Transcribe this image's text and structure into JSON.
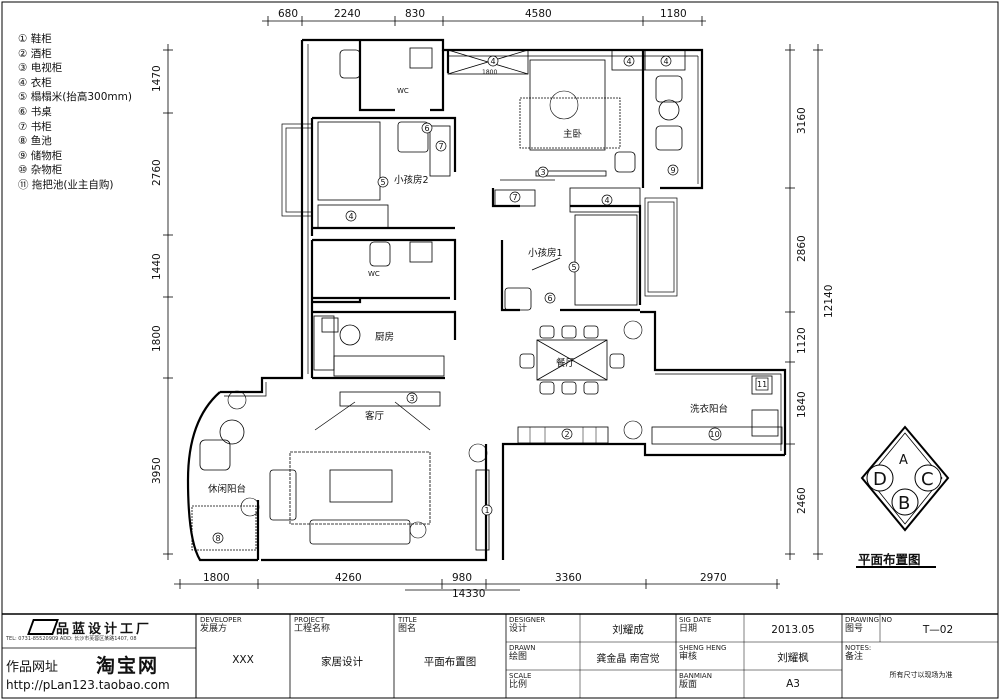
{
  "legend": [
    "① 鞋柜",
    "② 酒柜",
    "③ 电视柜",
    "④ 衣柜",
    "⑤ 榻榻米(抬高300mm)",
    "⑥ 书桌",
    "⑦ 书柜",
    "⑧ 鱼池",
    "⑨ 储物柜",
    "⑩ 杂物柜",
    "⑪ 拖把池(业主自购)"
  ],
  "dims": {
    "top": [
      "680",
      "2240",
      "830",
      "4580",
      "1180"
    ],
    "left": [
      "1470",
      "2760",
      "1440",
      "1800",
      "3950"
    ],
    "right": [
      "3160",
      "2860",
      "1120",
      "1840",
      "2460",
      "12140"
    ],
    "bottom": [
      "1800",
      "4260",
      "980",
      "3360",
      "2970",
      "14330"
    ]
  },
  "rooms": {
    "wc1": "WC",
    "wc2": "WC",
    "master": "主卧",
    "child2": "小孩房2",
    "child1": "小孩房1",
    "kitchen": "厨房",
    "dining": "餐厅",
    "living": "客厅",
    "laundry": "洗衣阳台",
    "leisure": "休闲阳台"
  },
  "markers": [
    "1",
    "2",
    "3",
    "3",
    "4",
    "4",
    "4",
    "4",
    "4",
    "4",
    "4",
    "5",
    "5",
    "5",
    "6",
    "6",
    "7",
    "7",
    "7",
    "8",
    "9",
    "10",
    "11"
  ],
  "note_1800": "1800",
  "compass": {
    "a": "A",
    "b": "B",
    "c": "C",
    "d": "D"
  },
  "plan_title": "平面布置图",
  "titleblock": {
    "brand": "品蓝设计工厂",
    "brand_addr": "TEL: 0731-85520909   ADD: 长沙市芙蓉区某路1407, 08",
    "zuopin": "作品网址",
    "taobao": "淘宝网",
    "url": "http://pLan123.taobao.com",
    "developer_en": "DEVELOPER",
    "developer_cn": "发展方",
    "developer_val": "XXX",
    "project_en": "PROJECT",
    "project_cn": "工程名称",
    "project_val": "家居设计",
    "title_en": "TITLE",
    "title_cn": "图名",
    "title_val": "平面布置图",
    "designer_en": "DESIGNER",
    "designer_cn": "设计",
    "designer_val": "刘耀成",
    "drawn_en": "DRAWN",
    "drawn_cn": "绘图",
    "drawn_val": "龚金晶  南宫觉",
    "scale_en": "SCALE",
    "scale_cn": "比例",
    "sig_en": "SIG DATE",
    "sig_cn": "日期",
    "date_val": "2013.05",
    "check_en": "SHENG HENG",
    "check_cn": "审核",
    "check_val": "刘耀枫",
    "banmian_en": "BANMIAN",
    "banmian_cn": "版面",
    "banmian_val": "A3",
    "drawing_en": "DRAWING  NO",
    "drawing_cn": "图号",
    "drawing_val": "T—02",
    "notes_en": "NOTES:",
    "notes_cn": "备注",
    "notes_val": "所有尺寸以现场为准"
  }
}
